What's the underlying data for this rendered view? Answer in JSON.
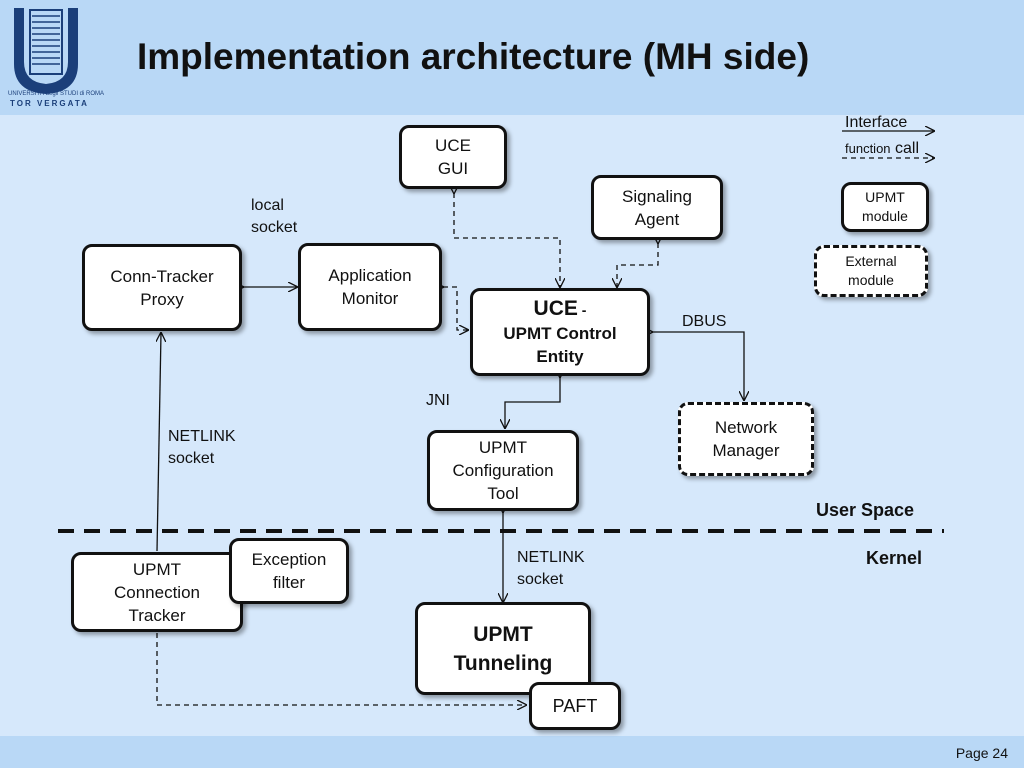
{
  "title": "Implementation architecture (MH side)",
  "page": "Page 24",
  "logo": {
    "line1": "UNIVERSITÀ degli STUDI di ROMA",
    "line2": "TOR VERGATA"
  },
  "legend": {
    "interface": "Interface",
    "function_prefix": "function",
    "function_suffix": "call",
    "upmt_module": [
      "UPMT",
      "module"
    ],
    "external_module": [
      "External",
      "module"
    ]
  },
  "boxes": {
    "uce_gui": [
      "UCE",
      "GUI"
    ],
    "signaling_agent": [
      "Signaling",
      "Agent"
    ],
    "conn_tracker_proxy": [
      "Conn-Tracker",
      "Proxy"
    ],
    "application_monitor": [
      "Application",
      "Monitor"
    ],
    "uce_title": "UCE",
    "uce_dash": " -",
    "uce_lines": [
      "UPMT Control",
      "Entity"
    ],
    "network_manager": [
      "Network",
      "Manager"
    ],
    "config_tool": [
      "UPMT",
      "Configuration",
      "Tool"
    ],
    "connection_tracker": [
      "UPMT",
      "Connection",
      "Tracker"
    ],
    "exception_filter": [
      "Exception",
      "filter"
    ],
    "tunneling": [
      "UPMT",
      "Tunneling"
    ],
    "paft": "PAFT"
  },
  "labels": {
    "local_socket": [
      "local",
      "socket"
    ],
    "dbus": "DBUS",
    "jni": "JNI",
    "netlink_left": [
      "NETLINK",
      "socket"
    ],
    "netlink_center": [
      "NETLINK",
      "socket"
    ],
    "user_space": "User Space",
    "kernel": "Kernel"
  }
}
